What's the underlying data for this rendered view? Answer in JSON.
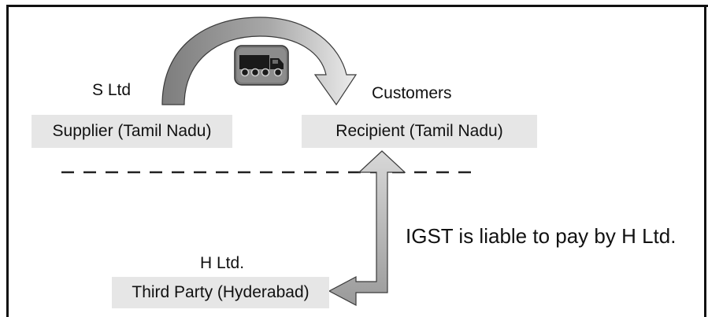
{
  "diagram": {
    "supplier_entity": "S Ltd",
    "supplier_box": "Supplier (Tamil Nadu)",
    "recipient_entity": "Customers",
    "recipient_box": "Recipient (Tamil Nadu)",
    "third_party_entity": "H Ltd.",
    "third_party_box": "Third Party (Hyderabad)",
    "liability_note": "IGST is liable to pay by H Ltd."
  },
  "icons": {
    "truck": "truck-icon"
  },
  "colors": {
    "border": "#111111",
    "box_fill": "#e6e6e6",
    "arrow_dark": "#8a8a8a",
    "arrow_light": "#c9c9c9",
    "truck_bg": "#7a7a7a"
  }
}
